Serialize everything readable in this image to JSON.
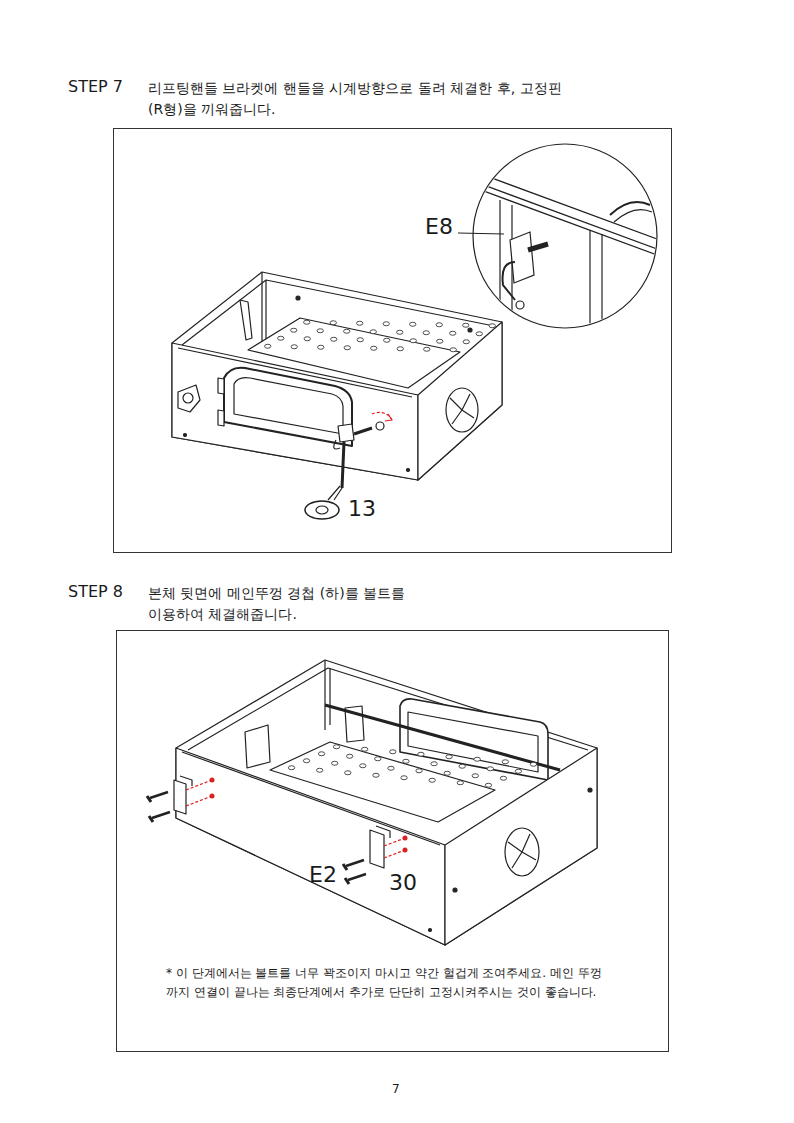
{
  "diagram": {
    "nodes": [
      {
        "text": [
          "E8",
          "13"
        ]
      },
      {
        "text": [
          "E2",
          "30",
          "* 이 단계에서는 볼트를 너무 꽉조이지 마시고 약간 헐겁게 조여주세요. 메인 뚜껑까지 연결이 끝나는 최종단계에서 추가로 단단히 고정시켜주시는 것이 좋습니다."
        ]
      }
    ],
    "labels": [
      "STEP 7",
      "리프팅핸들 브라켓에 핸들을 시계방향으로 돌려 체결한 후, 고정핀 (R형)을 끼워줍니다.",
      "STEP 8",
      "본체 뒷면에 메인뚜껑 경첩 (하)를 볼트를 이용하여 체결해줍니다.",
      "7"
    ]
  }
}
